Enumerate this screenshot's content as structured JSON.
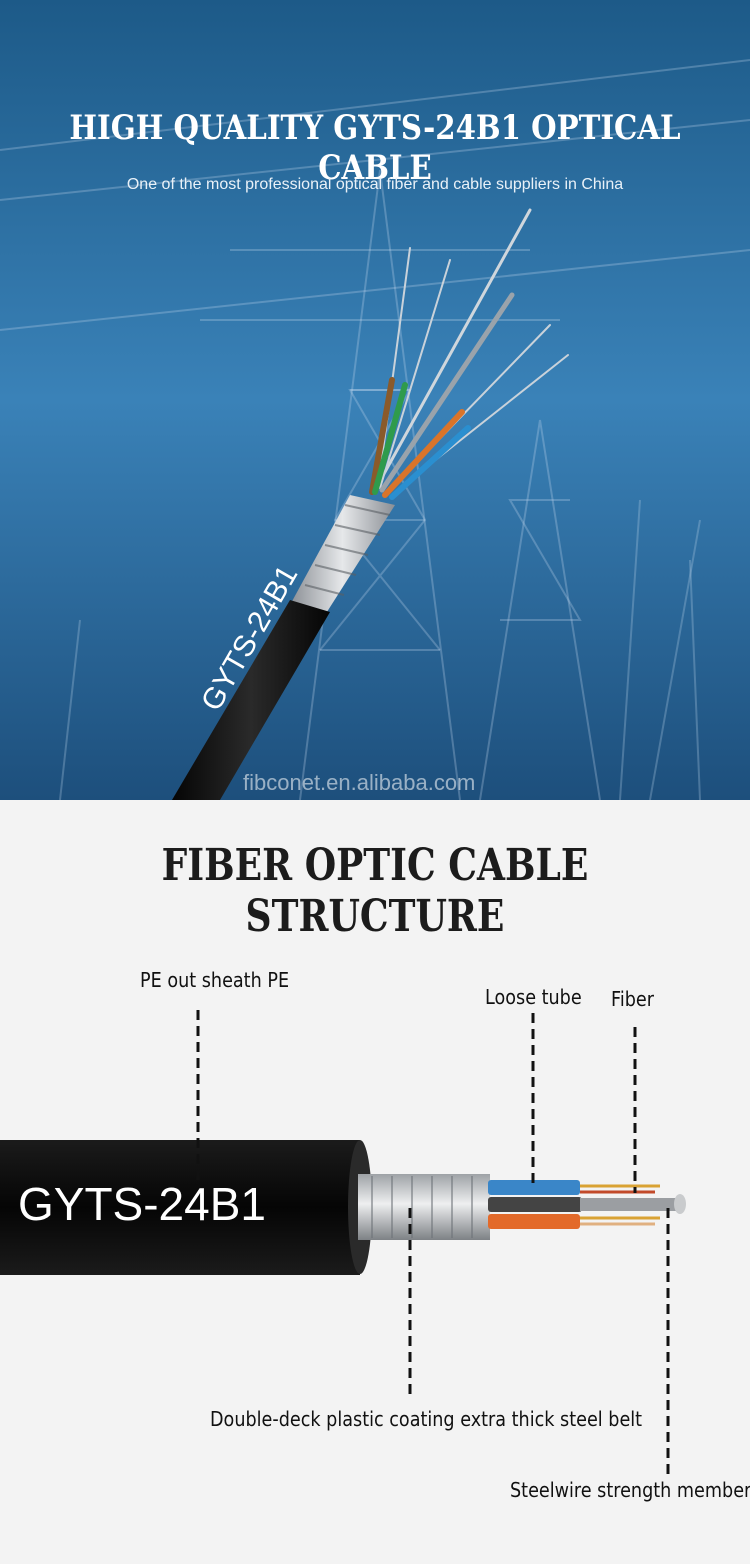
{
  "hero": {
    "title": "HIGH QUALITY GYTS-24B1 OPTICAL CABLE",
    "subtitle": "One of the most professional optical fiber and cable suppliers in China",
    "cable_print": "GYTS-24B1",
    "watermark": "fibconet.en.alibaba.com"
  },
  "structure": {
    "title": "FIBER OPTIC CABLE STRUCTURE",
    "cable_name": "GYTS-24B1",
    "labels": {
      "sheath": "PE out sheath PE",
      "loose_tube": "Loose tube",
      "fiber": "Fiber",
      "steel_belt": "Double-deck plastic coating extra thick steel belt",
      "strength_member": "Steelwire strength member"
    }
  },
  "colors": {
    "sky_blue": "#2b6fa3",
    "cable_black": "#141414",
    "background": "#f3f3f3"
  }
}
